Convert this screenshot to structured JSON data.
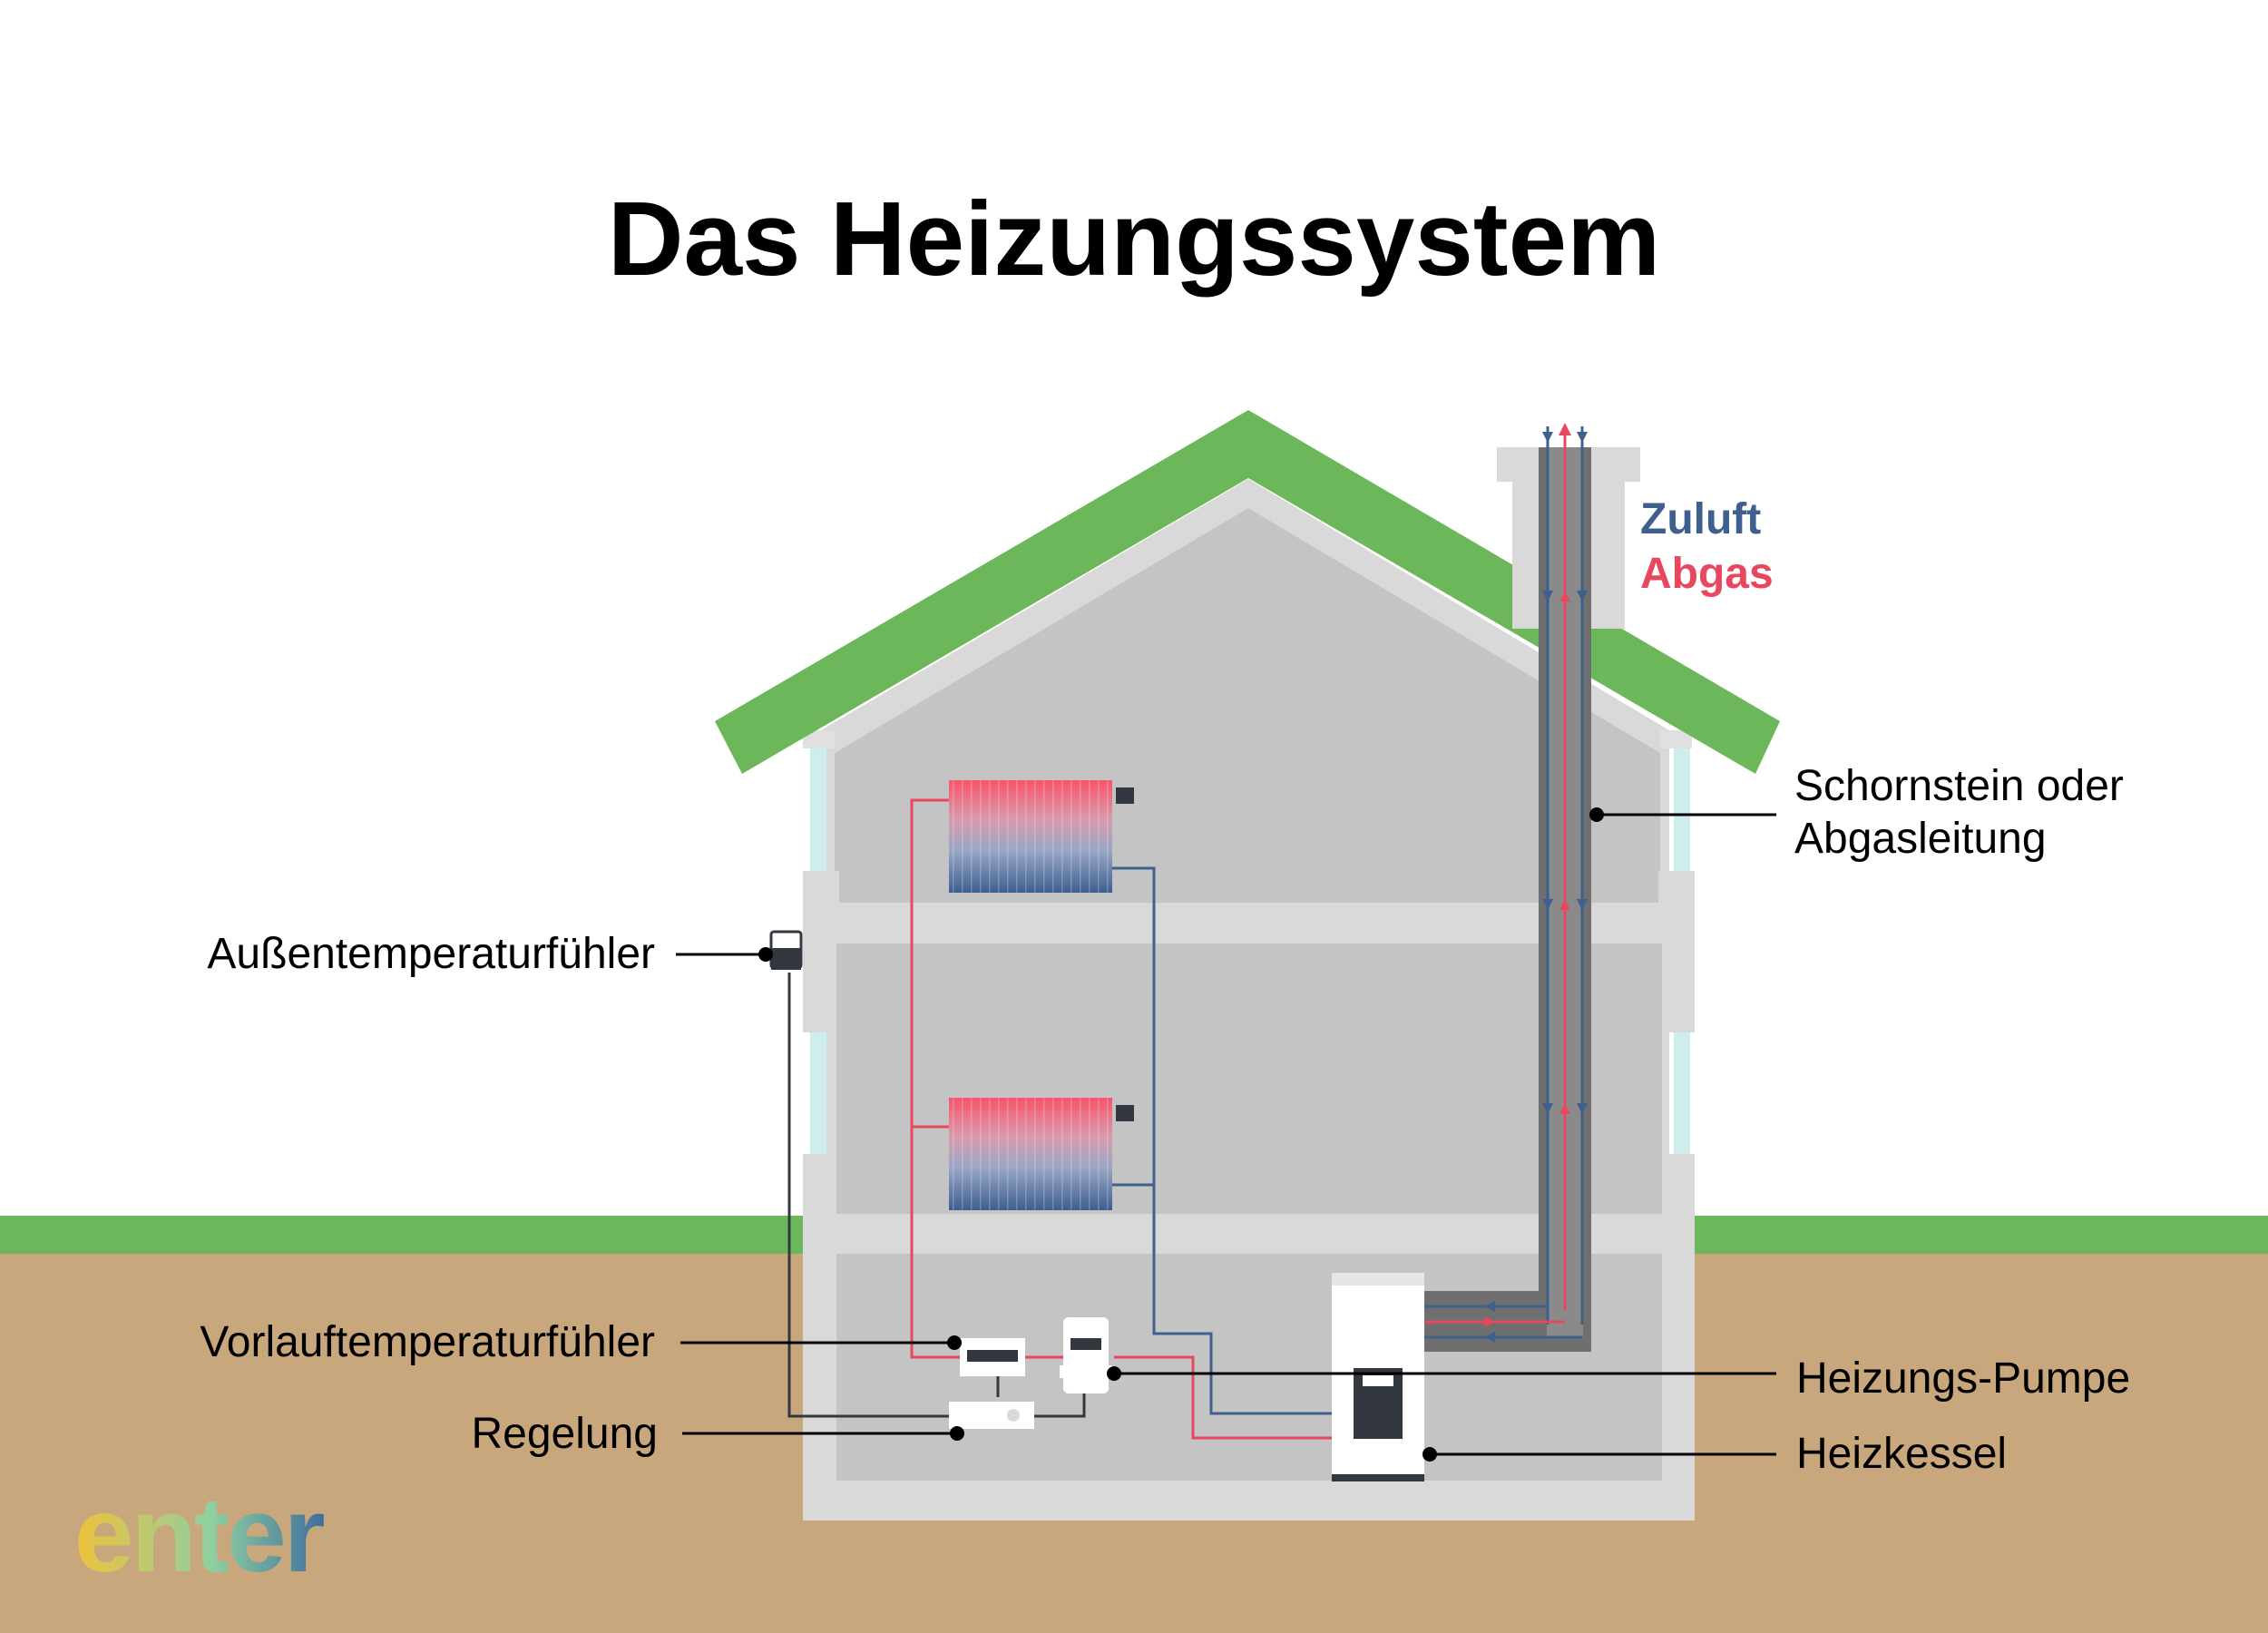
{
  "title": "Das Heizungssystem",
  "legend": {
    "zuluft": "Zuluft",
    "abgas": "Abgas"
  },
  "labels": {
    "chimney_line1": "Schornstein oder",
    "chimney_line2": "Abgasleitung",
    "outdoor_sensor": "Außentemperaturfühler",
    "flow_sensor": "Vorlauftemperaturfühler",
    "controller": "Regelung",
    "pump": "Heizungs-Pumpe",
    "boiler": "Heizkessel"
  },
  "logo": {
    "text": "enter",
    "gradient": [
      "#f0c23a",
      "#8fd0a0",
      "#3e6e9e"
    ]
  },
  "colors": {
    "roof": "#6cb75a",
    "grass": "#6cb75a",
    "soil": "#c9a77c",
    "house_wall": "#d9d9d9",
    "room": "#c4c4c4",
    "window_glass": "#cdeeed",
    "flow_red": "#e8485e",
    "return_blue": "#3f5f8c",
    "chimney": "#6f6f6f",
    "device_dark": "#333840"
  }
}
